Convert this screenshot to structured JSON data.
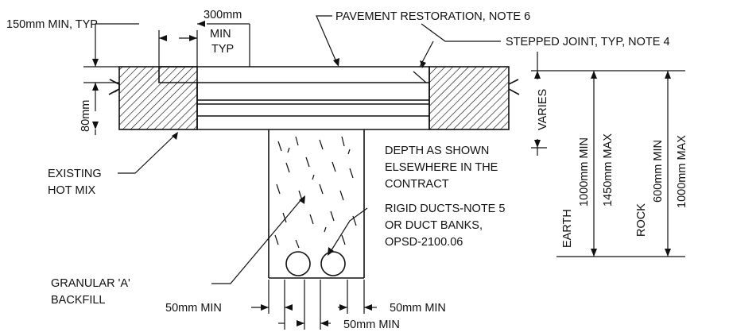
{
  "labels": {
    "min_150": "150mm MIN, TYP",
    "dim_300": "300mm",
    "min": "MIN",
    "typ": "TYP",
    "pavement": "PAVEMENT RESTORATION, NOTE 6",
    "stepped": "STEPPED JOINT, TYP, NOTE 4",
    "dim_80": "80mm",
    "varies": "VARIES",
    "depth_1": "DEPTH AS SHOWN",
    "depth_2": "ELSEWHERE IN THE",
    "depth_3": "CONTRACT",
    "existing_1": "EXISTING",
    "existing_2": "HOT MIX",
    "ducts_1": "RIGID DUCTS-NOTE 5",
    "ducts_2": "OR DUCT BANKS,",
    "ducts_3": "OPSD-2100.06",
    "granular_1": "GRANULAR 'A'",
    "granular_2": "BACKFILL",
    "min50_left": "50mm MIN",
    "min50_right": "50mm MIN",
    "min50_bottom": "50mm MIN",
    "earth": "EARTH",
    "earth_min": "1000mm MIN",
    "earth_max": "1450mm MAX",
    "rock": "ROCK",
    "rock_min": "600mm MIN",
    "rock_max": "1000mm MAX"
  },
  "colors": {
    "ink": "#111111",
    "paper": "#ffffff"
  }
}
